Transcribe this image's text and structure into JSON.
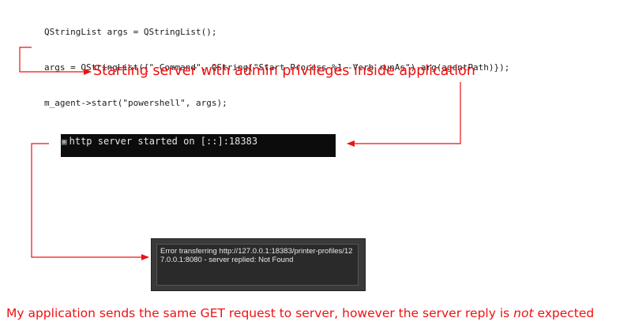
{
  "code": {
    "lines": [
      "QStringList args = QStringList();",
      "args = QStringList({\"-Command\", QString(\"Start-Process %1 -Verb runAs\").arg(agentPath)});",
      "m_agent->start(\"powershell\", args);"
    ]
  },
  "annotations": {
    "top": "Starting server with admin privileges inside application",
    "bottom_before": "My application sends the same GET request to server, however the server reply is ",
    "bottom_emphasis": "not",
    "bottom_after": " expected"
  },
  "terminal": {
    "text": "http server started on [::]:18383"
  },
  "error_dialog": {
    "message": "Error transferring http://127.0.0.1:18383/printer-profiles/127.0.0.1:8080 - server replied: Not Found"
  },
  "colors": {
    "annotation": "#ee1111",
    "terminal_bg": "#0c0c0c",
    "dialog_bg": "#3a3a3a"
  }
}
